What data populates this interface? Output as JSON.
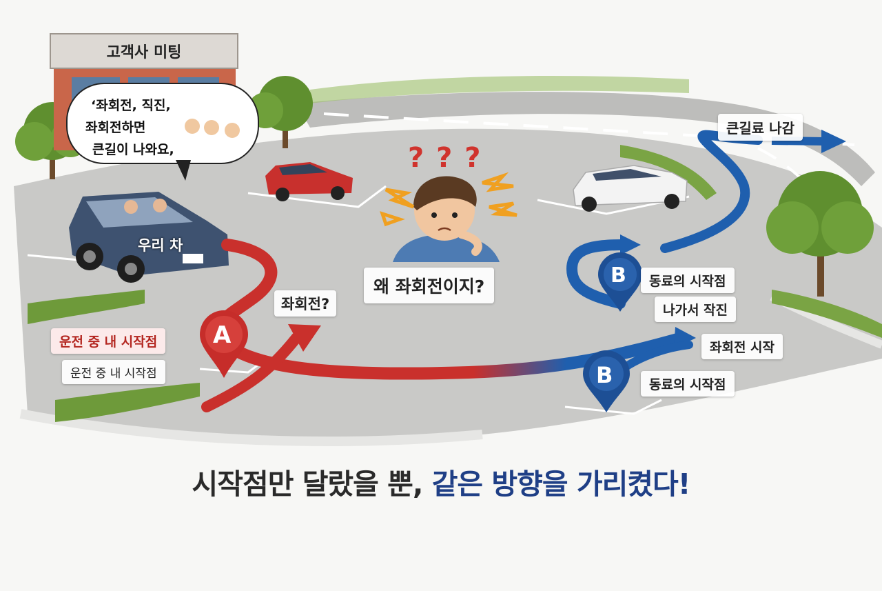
{
  "store": {
    "sign": "고객사 미팅"
  },
  "speech_bubble": {
    "line1": "‘좌회전, 직진,",
    "line2": "좌회전하면",
    "line3": "큰길이 나와요,",
    "emoji_row": ""
  },
  "car": {
    "label": "우리 차"
  },
  "route_a": {
    "pin": "A",
    "label_red": "운전 중 내 시작점",
    "label_gray": "운전 중 내 시작점",
    "turn_label": "좌회전?"
  },
  "person": {
    "question": "왜 좌회전이지?",
    "marks": "?  ?  ?"
  },
  "route_b": {
    "pin_upper": "B",
    "upper_label1": "동료의 시작점",
    "upper_label2": "나가서 작진",
    "pin_lower": "B",
    "turn_label": "좌회전 시작",
    "lower_label": "동료의 시작점"
  },
  "exit_label": "큰길료 나감",
  "caption": {
    "part1": "시작점만 달랐을 뿐, ",
    "part2": "같은 방향을 가리켰다!"
  },
  "colors": {
    "route_a": "#c9302c",
    "route_b": "#1f5fae",
    "caption_accent": "#1f3f86"
  }
}
